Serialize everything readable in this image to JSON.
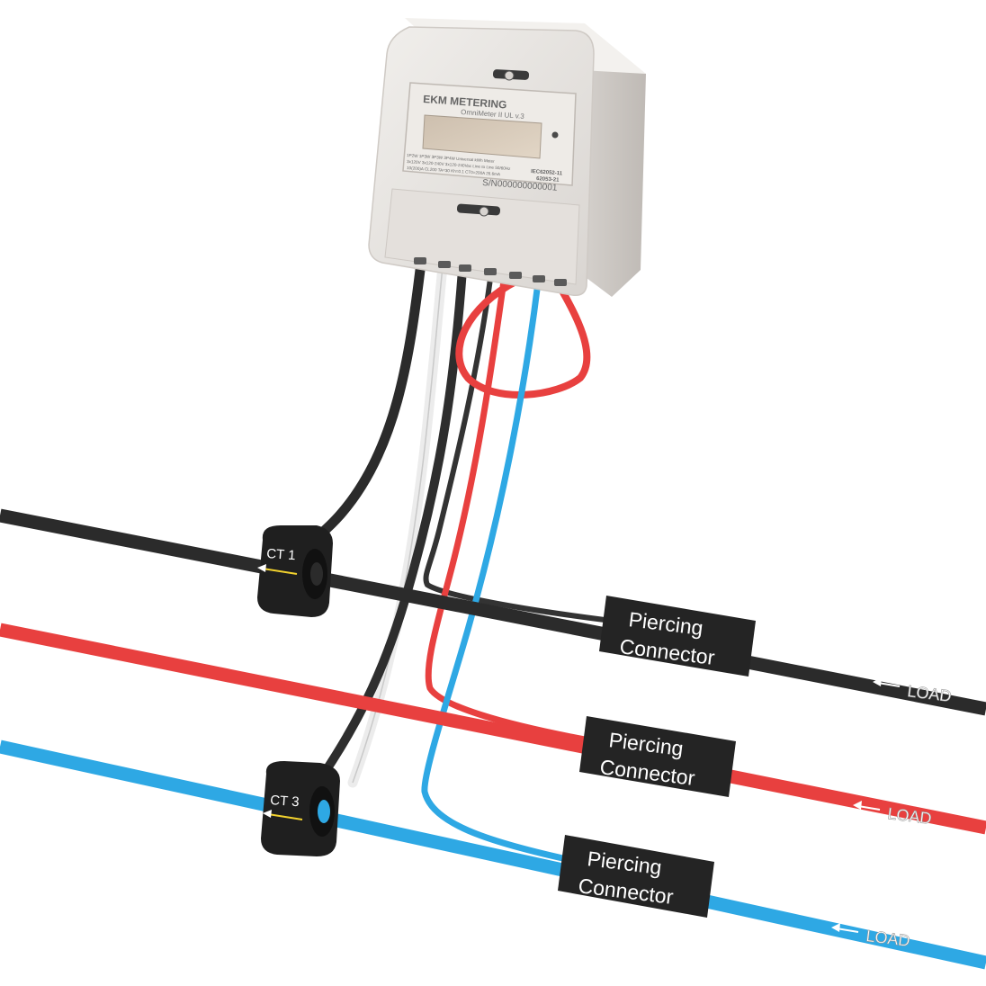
{
  "meter": {
    "brand": "EKM METERING",
    "model": "OmniMeter II UL v.3",
    "spec_line_1": "1P2W 1P3W 3P3W 3P4W Universal kWh Meter",
    "spec_line_2": "3x120V 3x120-240V 3x120-240Vac Line to Line 50/60Hz",
    "spec_line_3": "10(200)A CL200 TA=30 Kh=0.1 CT0=200A 26.6mA",
    "standard_1": "IEC62052-11",
    "standard_2": "62053-21",
    "serial": "S/N000000000001"
  },
  "current_transformers": [
    {
      "label": "CT 1"
    },
    {
      "label": "CT 3"
    }
  ],
  "connectors": [
    {
      "label_line_1": "Piercing",
      "label_line_2": "Connector"
    },
    {
      "label_line_1": "Piercing",
      "label_line_2": "Connector"
    },
    {
      "label_line_1": "Piercing",
      "label_line_2": "Connector"
    }
  ],
  "load_labels": [
    {
      "text": "LOAD"
    },
    {
      "text": "LOAD"
    },
    {
      "text": "LOAD"
    }
  ],
  "colors": {
    "black_wire": "#2b2b2b",
    "red_wire": "#e8403f",
    "blue_wire": "#2ea8e4",
    "white_wire": "#e9e9e9",
    "meter_body": "#e9e6e3",
    "connector_body": "#242424"
  }
}
